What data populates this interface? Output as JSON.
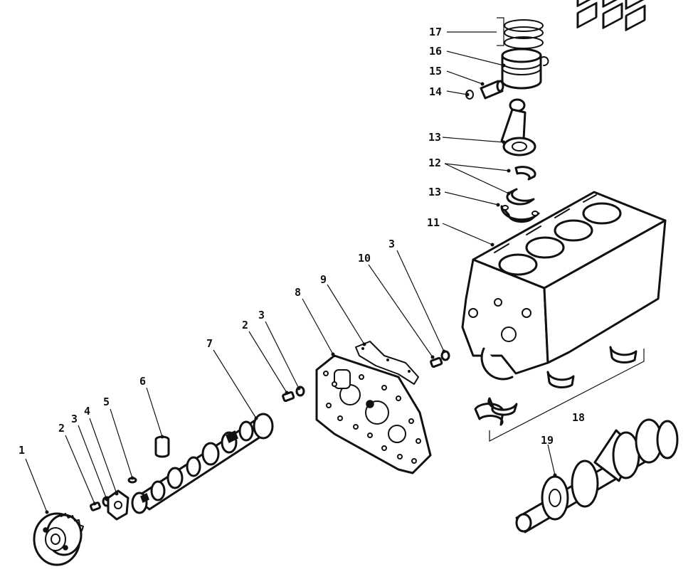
{
  "callouts": {
    "c1": "1",
    "c2a": "2",
    "c3a": "3",
    "c4": "4",
    "c5": "5",
    "c6": "6",
    "c7": "7",
    "c2b": "2",
    "c3b": "3",
    "c8": "8",
    "c9": "9",
    "c10": "10",
    "c3c": "3",
    "c11": "11",
    "c13a": "13",
    "c12": "12",
    "c13b": "13",
    "c14": "14",
    "c15": "15",
    "c16": "16",
    "c17": "17",
    "c18": "18",
    "c19": "19"
  },
  "colors": {
    "ink": "#111111",
    "paper": "#ffffff"
  }
}
